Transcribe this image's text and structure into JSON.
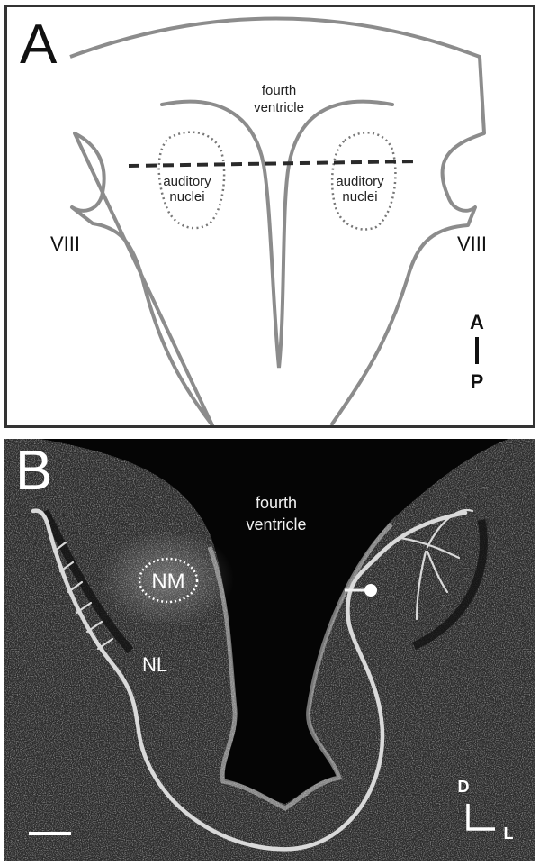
{
  "panel_a": {
    "letter": "A",
    "ventricle_line1": "fourth",
    "ventricle_line2": "ventricle",
    "nucleus_line1": "auditory",
    "nucleus_line2": "nuclei",
    "nerve": "VIII",
    "axis_top": "A",
    "axis_bottom": "P",
    "outline_color": "#8c8c8c",
    "dash_color": "#2a2a2a"
  },
  "panel_b": {
    "letter": "B",
    "ventricle_line1": "fourth",
    "ventricle_line2": "ventricle",
    "nm": "NM",
    "nl": "NL",
    "axis_d": "D",
    "axis_l": "L",
    "trace_color": "#d9d9d9",
    "background_color": "#0a0a0a"
  }
}
